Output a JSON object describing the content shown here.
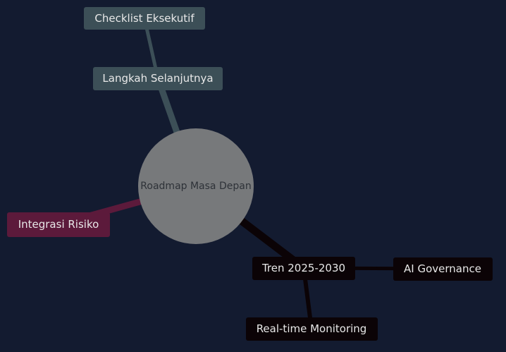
{
  "diagram": {
    "type": "mindmap",
    "colors": {
      "background": "#131b30",
      "root_fill": "#77797b",
      "root_text": "#2e3238",
      "branch_slate": "#3c4f57",
      "branch_maroon": "#5c1a3b",
      "branch_black": "#0b0306",
      "light_text": "#e8e8e8",
      "edge_slate": "#3c4f57",
      "edge_maroon": "#5c1a3b",
      "edge_black": "#0b0306"
    },
    "nodes": [
      {
        "id": "root",
        "label": "Roadmap Masa Depan",
        "level": 0
      },
      {
        "id": "next-steps",
        "label": "Langkah Selanjutnya",
        "level": 1,
        "parent": "root"
      },
      {
        "id": "checklist",
        "label": "Checklist Eksekutif",
        "level": 2,
        "parent": "next-steps"
      },
      {
        "id": "risk-integration",
        "label": "Integrasi Risiko",
        "level": 1,
        "parent": "root"
      },
      {
        "id": "trends",
        "label": "Tren 2025-2030",
        "level": 1,
        "parent": "root"
      },
      {
        "id": "ai-governance",
        "label": "AI Governance",
        "level": 2,
        "parent": "trends"
      },
      {
        "id": "realtime-monitoring",
        "label": "Real-time Monitoring",
        "level": 2,
        "parent": "trends"
      }
    ]
  }
}
